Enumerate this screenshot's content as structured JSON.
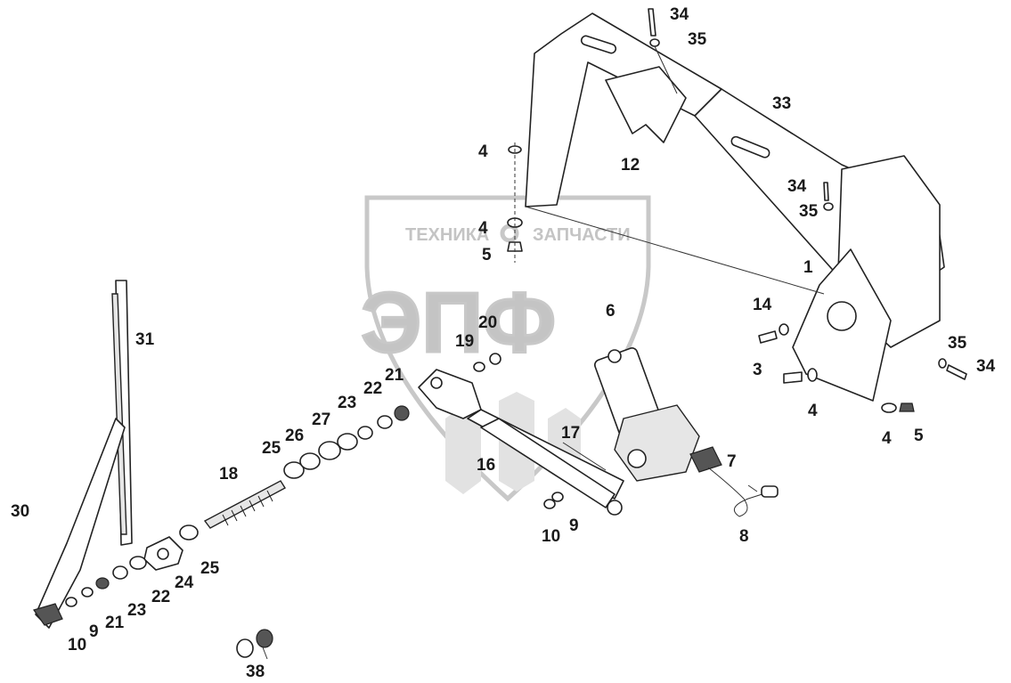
{
  "watermark": {
    "top_left": "ТЕХНИКА",
    "top_right": "ЗАПЧАСТИ",
    "main": "ЭПФ"
  },
  "callouts": [
    {
      "id": "c34a",
      "text": "34"
    },
    {
      "id": "c35a",
      "text": "35"
    },
    {
      "id": "c33",
      "text": "33"
    },
    {
      "id": "c4a",
      "text": "4"
    },
    {
      "id": "c12",
      "text": "12"
    },
    {
      "id": "c34b",
      "text": "34"
    },
    {
      "id": "c35b",
      "text": "35"
    },
    {
      "id": "c4b",
      "text": "4"
    },
    {
      "id": "c5a",
      "text": "5"
    },
    {
      "id": "c1",
      "text": "1"
    },
    {
      "id": "c14",
      "text": "14"
    },
    {
      "id": "c6",
      "text": "6"
    },
    {
      "id": "c20",
      "text": "20"
    },
    {
      "id": "c19",
      "text": "19"
    },
    {
      "id": "c31",
      "text": "31"
    },
    {
      "id": "c3",
      "text": "3"
    },
    {
      "id": "c35c",
      "text": "35"
    },
    {
      "id": "c34c",
      "text": "34"
    },
    {
      "id": "c21a",
      "text": "21"
    },
    {
      "id": "c22a",
      "text": "22"
    },
    {
      "id": "c23a",
      "text": "23"
    },
    {
      "id": "c27",
      "text": "27"
    },
    {
      "id": "c26",
      "text": "26"
    },
    {
      "id": "c25a",
      "text": "25"
    },
    {
      "id": "c4c",
      "text": "4"
    },
    {
      "id": "c17",
      "text": "17"
    },
    {
      "id": "c4d",
      "text": "4"
    },
    {
      "id": "c5b",
      "text": "5"
    },
    {
      "id": "c16",
      "text": "16"
    },
    {
      "id": "c7",
      "text": "7"
    },
    {
      "id": "c18",
      "text": "18"
    },
    {
      "id": "c30",
      "text": "30"
    },
    {
      "id": "c9a",
      "text": "9"
    },
    {
      "id": "c10a",
      "text": "10"
    },
    {
      "id": "c8",
      "text": "8"
    },
    {
      "id": "c25b",
      "text": "25"
    },
    {
      "id": "c24",
      "text": "24"
    },
    {
      "id": "c22b",
      "text": "22"
    },
    {
      "id": "c23b",
      "text": "23"
    },
    {
      "id": "c21b",
      "text": "21"
    },
    {
      "id": "c9b",
      "text": "9"
    },
    {
      "id": "c10b",
      "text": "10"
    },
    {
      "id": "c38",
      "text": "38"
    }
  ]
}
